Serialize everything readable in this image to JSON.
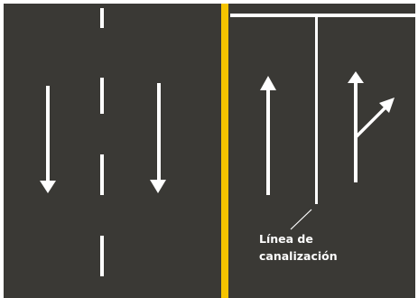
{
  "label": {
    "line1": "Línea de",
    "line2": "canalización"
  },
  "colors": {
    "asphalt": "#3a3935",
    "marking": "#ffffff",
    "center_line": "#f5c400"
  },
  "lanes": {
    "left": [
      {
        "direction": "down",
        "icon": "arrow-down-icon"
      },
      {
        "direction": "down",
        "icon": "arrow-down-icon"
      }
    ],
    "right": [
      {
        "direction": "up",
        "icon": "arrow-up-icon"
      },
      {
        "direction": "up-and-right",
        "icon": "arrow-straight-right-icon"
      }
    ]
  }
}
